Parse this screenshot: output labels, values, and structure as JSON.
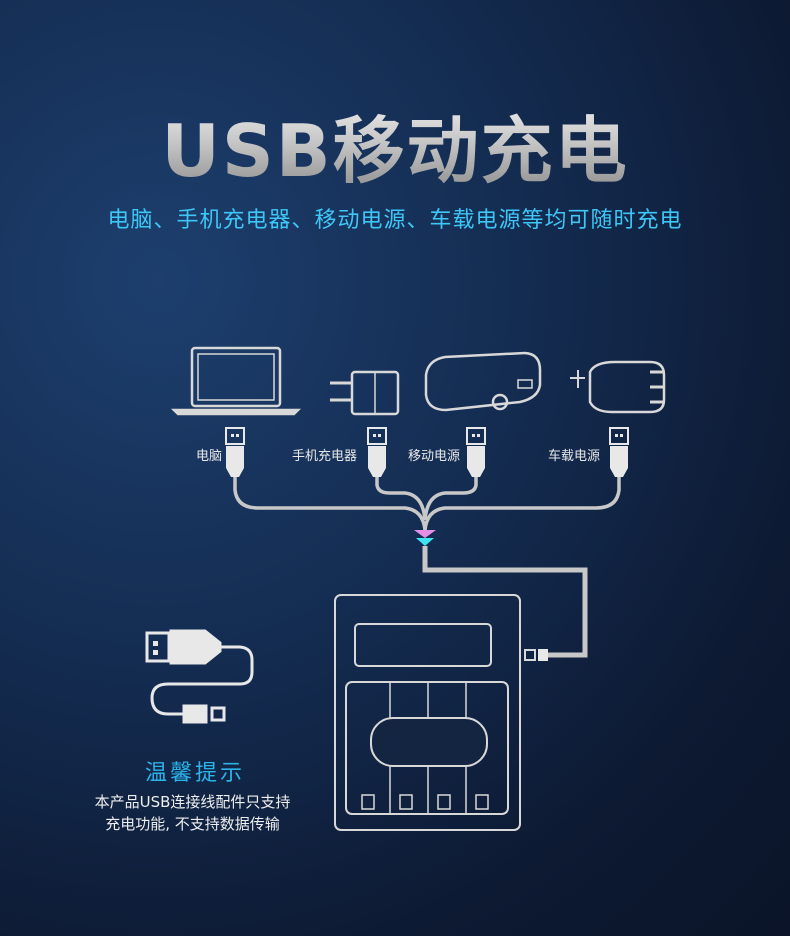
{
  "title": "USB移动充电",
  "subtitle": "电脑、手机充电器、移动电源、车载电源等均可随时充电",
  "sources": [
    {
      "label": "电脑",
      "icon": "laptop-icon"
    },
    {
      "label": "手机充电器",
      "icon": "wall-charger-icon"
    },
    {
      "label": "移动电源",
      "icon": "power-bank-icon"
    },
    {
      "label": "车载电源",
      "icon": "car-charger-icon"
    }
  ],
  "tip": {
    "title": "温馨提示",
    "line1": "本产品USB连接线配件只支持",
    "line2": "充电功能, 不支持数据传输"
  },
  "colors": {
    "accent": "#3ec6f7",
    "pink": "#e58ee6",
    "cyan": "#3fe3f0"
  }
}
